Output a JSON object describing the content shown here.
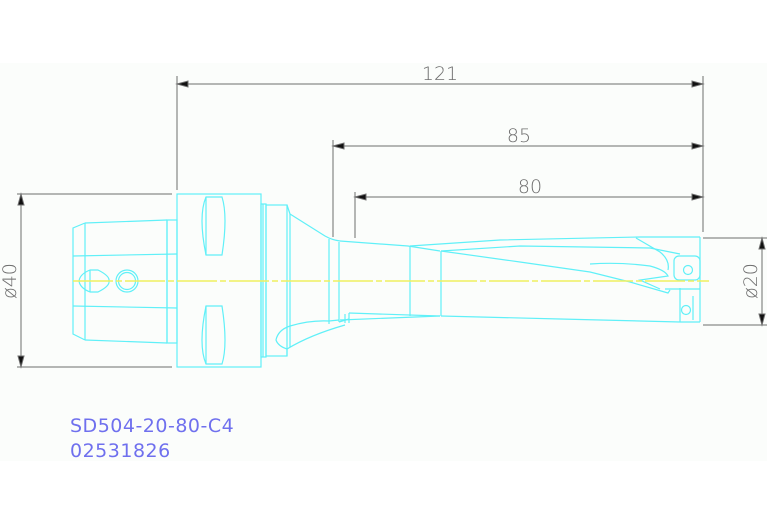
{
  "drawing": {
    "title": "SD504-20-80-C4",
    "part_number": "02531826",
    "colors": {
      "outline": "#60f0f8",
      "centerline": "#f0f060",
      "dimension": "#6e6e6e",
      "label": "#6f70ee",
      "background": "#fbfdfb"
    },
    "dimensions": {
      "overall_length": "121",
      "gauge_length": "85",
      "drill_depth": "80",
      "shank_diameter": "ø40",
      "drill_diameter": "ø20"
    }
  }
}
